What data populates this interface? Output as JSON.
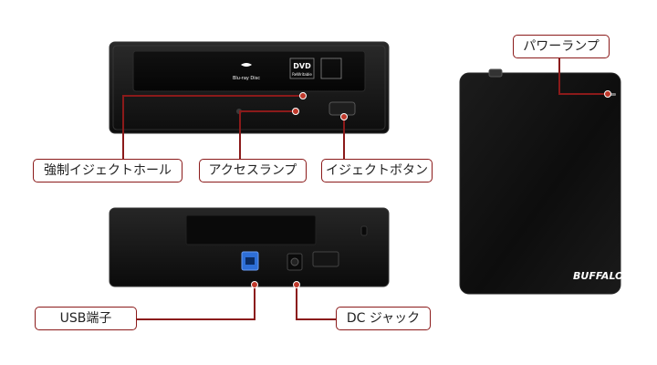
{
  "labels": {
    "force_eject_hole": "強制イジェクトホール",
    "access_lamp": "アクセスランプ",
    "eject_button": "イジェクトボタン",
    "power_lamp": "パワーランプ",
    "usb_port": "USB端子",
    "dc_jack": "DC ジャック"
  },
  "branding": {
    "bluray_text": "Blu-ray Disc",
    "dvd_text": "DVD",
    "dvd_sub": "ReWritable",
    "device_brand": "BUFFALO"
  },
  "colors": {
    "callout_border": "#8b1a1a",
    "leader_line": "#8b1a1a",
    "lamp_dot": "#c0392b",
    "device_body": "#1a1a1a",
    "usb_port": "#2e6fd8"
  }
}
